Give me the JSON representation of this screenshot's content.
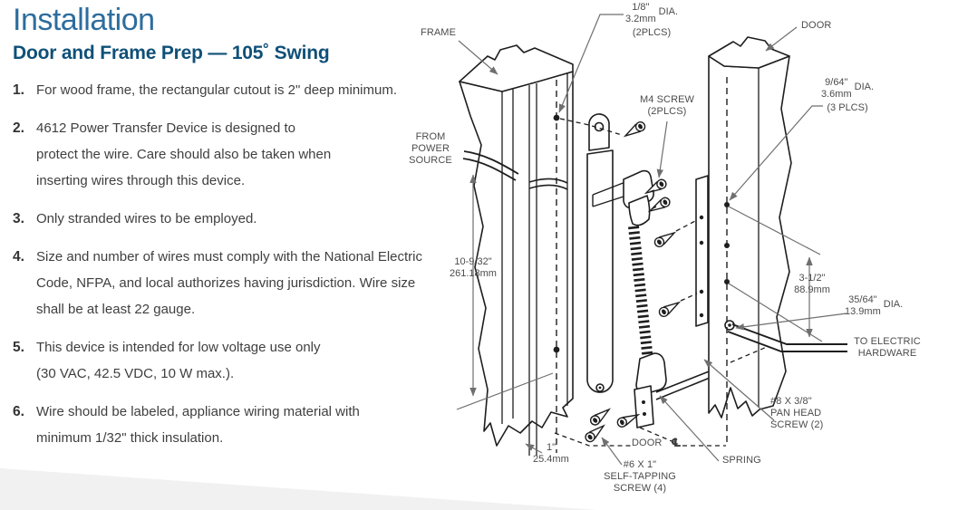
{
  "page": {
    "title": "Installation",
    "subtitle": "Door and Frame Prep — 105˚ Swing"
  },
  "instructions": [
    {
      "num": "1.",
      "text": "For wood frame, the rectangular cutout is 2\" deep minimum."
    },
    {
      "num": "2.",
      "text": "4612 Power Transfer Device is designed to protect the wire. Care should also be taken when inserting wires through this device."
    },
    {
      "num": "3.",
      "text": "Only stranded wires to be employed."
    },
    {
      "num": "4.",
      "text": "Size and number of wires must comply with the National Electric Code, NFPA, and local authorizes having jurisdiction. Wire size shall be at least 22 gauge."
    },
    {
      "num": "5.",
      "text": "This device is intended for low voltage use only (30 VAC, 42.5 VDC, 10 W max.)."
    },
    {
      "num": "6.",
      "text": "Wire should be labeled, appliance wiring material with minimum 1/32\" thick insulation."
    }
  ],
  "diagram": {
    "labels": {
      "frame": "FRAME",
      "door_top": "DOOR",
      "m4_screw": "M4 SCREW\n(2PLCS)",
      "from_power": "FROM\nPOWER\nSOURCE",
      "to_electric": "TO ELECTRIC\nHARDWARE",
      "pan_head": "#8 X 3/8\"\nPAN HEAD\nSCREW (2)",
      "self_tapping": "#6 X 1\"\nSELF-TAPPING\nSCREW (4)",
      "door_bottom": "DOOR",
      "centerline_symbol": "℄",
      "spring": "SPRING"
    },
    "callouts": {
      "dia18": {
        "in": "1/8\"",
        "mm": "3.2mm",
        "dia": "DIA.",
        "plcs": "(2PLCS)"
      },
      "dia964": {
        "in": "9/64\"",
        "mm": "3.6mm",
        "dia": "DIA.",
        "plcs": "(3 PLCS)"
      },
      "dia3564": {
        "in": "35/64\"",
        "mm": "13.9mm",
        "dia": "DIA."
      }
    },
    "dims": {
      "main": {
        "in": "10-9/32\"",
        "mm": "261.18mm"
      },
      "three_half": {
        "in": "3-1/2\"",
        "mm": "88.9mm"
      },
      "one_inch": {
        "in": "1\"",
        "mm": "25.4mm"
      }
    }
  },
  "colors": {
    "title": "#2d6d9e",
    "subtitle": "#0f5078",
    "body_text": "#3f3f3f",
    "line_art": "#1e1e1e",
    "leader": "#6f6f6f",
    "footer_band": "#f1f1f1"
  }
}
